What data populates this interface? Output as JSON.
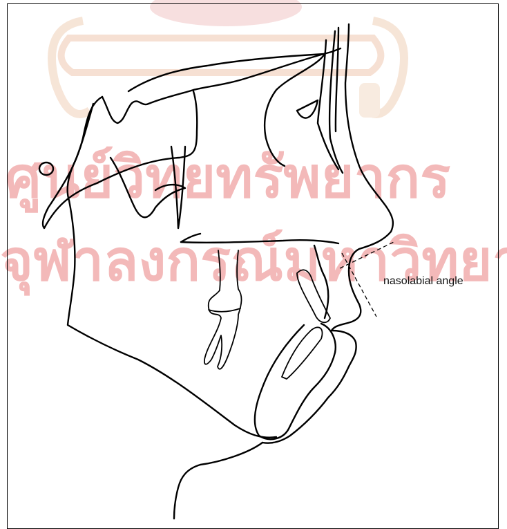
{
  "annotation": {
    "label": "nasolabial angle"
  },
  "watermark": {
    "line1": "ศูนย์วิทยทรัพยากร",
    "line2": "จุฬาลงกรณ์มหาวิทยาลัย",
    "color": "#f3b9b9"
  },
  "icons": [
    "university-seal-watermark"
  ]
}
